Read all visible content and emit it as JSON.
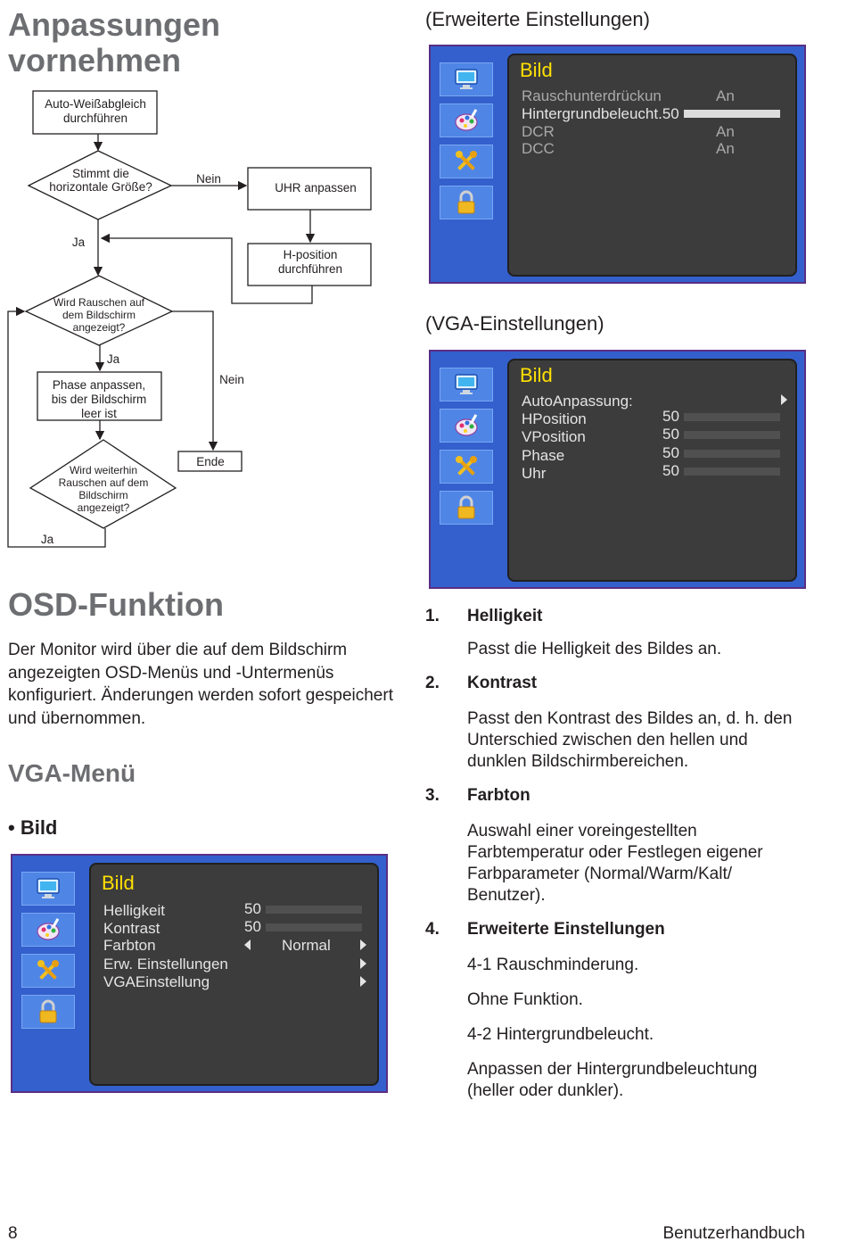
{
  "heading": [
    "Anpassungen",
    "vornehmen"
  ],
  "flowchart": {
    "auto_weiss": [
      "Auto-Weißabgleich",
      "durchführen"
    ],
    "q1": [
      "Stimmt die",
      "horizontale Größe?"
    ],
    "nein1": "Nein",
    "uhr": "UHR anpassen",
    "ja1": "Ja",
    "hpos": [
      "H-position",
      "durchführen"
    ],
    "q2": [
      "Wird Rauschen auf",
      "dem Bildschirm",
      "angezeigt?"
    ],
    "ja2": "Ja",
    "nein2": "Nein",
    "phase": [
      "Phase anpassen,",
      "bis der Bildschirm",
      "leer ist"
    ],
    "ende": "Ende",
    "q3": [
      "Wird weiterhin",
      "Rauschen auf dem",
      "Bildschirm",
      "angezeigt?"
    ],
    "ja3": "Ja"
  },
  "erweitert": {
    "heading": "(Erweiterte Einstellungen)",
    "menu_title": "Bild",
    "rows": [
      {
        "label": "Rauschunterdrückun",
        "value": "An"
      },
      {
        "label": "Hintergrundbeleucht.50",
        "value": "",
        "level": 1.0
      },
      {
        "label": "DCR",
        "value": "An"
      },
      {
        "label": "DCC",
        "value": "An"
      }
    ]
  },
  "vga_einst": {
    "heading": "(VGA-Einstellungen)",
    "menu_title": "Bild",
    "rows": [
      {
        "label": "AutoAnpassung:",
        "value": ""
      },
      {
        "label": "HPosition",
        "value": "50"
      },
      {
        "label": "VPosition",
        "value": "50"
      },
      {
        "label": "Phase",
        "value": "50"
      },
      {
        "label": "Uhr",
        "value": "50"
      }
    ]
  },
  "osd_section": {
    "title": "OSD-Funktion",
    "paragraph": "Der Monitor wird über die auf dem Bildschirm angezeigten OSD-Menüs und -Untermenüs konfiguriert. Änderungen werden sofort gespeichert und übernommen.",
    "vga_menu": "VGA-Menü",
    "bullet": "• Bild"
  },
  "bild_menu": {
    "menu_title": "Bild",
    "rows": [
      {
        "label": "Helligkeit",
        "value": "50"
      },
      {
        "label": "Kontrast",
        "value": "50"
      },
      {
        "label": "Farbton",
        "value": "Normal"
      },
      {
        "label": "Erw. Einstellungen",
        "value": ""
      },
      {
        "label": "VGAEinstellung",
        "value": ""
      }
    ]
  },
  "items": [
    {
      "num": "1.",
      "title": "Helligkeit",
      "paras": [
        "Passt die Helligkeit des Bildes an."
      ]
    },
    {
      "num": "2.",
      "title": "Kontrast",
      "paras": [
        "Passt den Kontrast des Bildes an, d. h. den Unterschied zwischen den hellen und dunklen Bildschirmbereichen."
      ]
    },
    {
      "num": "3.",
      "title": "Farbton",
      "paras": [
        "Auswahl einer voreingestellten Farbtemperatur oder Festlegen eigener Farbparameter (Normal/Warm/Kalt/ Benutzer)."
      ]
    },
    {
      "num": "4.",
      "title": "Erweiterte Einstellungen",
      "paras": [
        "4-1 Rauschminderung.",
        "Ohne Funktion.",
        "4-2 Hintergrundbeleucht.",
        "Anpassen der Hintergrundbeleuchtung (heller oder dunkler)."
      ]
    }
  ],
  "footer": {
    "page": "8",
    "title": "Benutzerhandbuch"
  },
  "colors": {
    "osd_blue": "#3360cc",
    "osd_border": "#5a2e86",
    "menu_title": "#ffe000",
    "heading_gray": "#6d6e71"
  },
  "icons": [
    "monitor-icon",
    "color-palette-icon",
    "tools-icon",
    "lock-icon"
  ]
}
